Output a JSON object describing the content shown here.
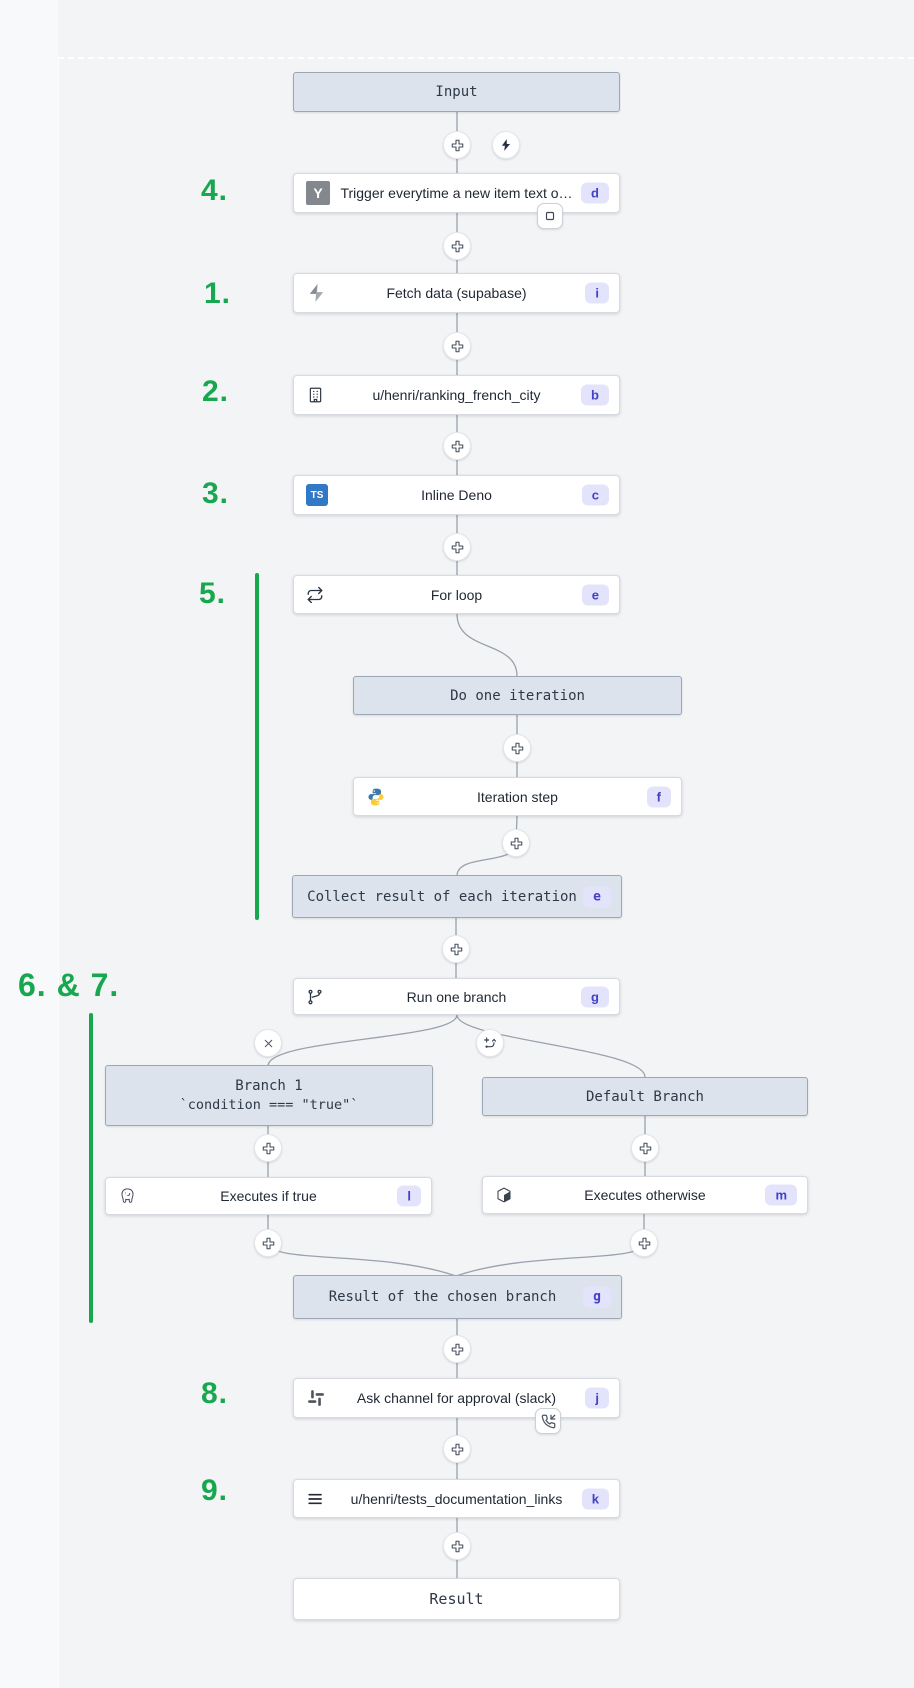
{
  "colors": {
    "annotation_green": "#17a74e",
    "badge_bg": "#e3e4fb",
    "badge_text": "#4340c4",
    "header_box_bg": "#dce3ec",
    "typescript_blue": "#3178c6"
  },
  "annotations": {
    "label_4": "4.",
    "label_1": "1.",
    "label_2": "2.",
    "label_3": "3.",
    "label_5": "5.",
    "label_6_7": "6. & 7.",
    "label_8": "8.",
    "label_9": "9."
  },
  "nodes": {
    "input": {
      "label": "Input"
    },
    "trigger": {
      "label": "Trigger everytime a new item text o…",
      "badge": "d",
      "icon": "hackernews"
    },
    "fetch_data": {
      "label": "Fetch data (supabase)",
      "badge": "i",
      "icon": "supabase-bolt"
    },
    "ranking": {
      "label": "u/henri/ranking_french_city",
      "badge": "b",
      "icon": "building"
    },
    "inline_deno": {
      "label": "Inline Deno",
      "badge": "c",
      "icon": "typescript"
    },
    "for_loop": {
      "label": "For loop",
      "badge": "e",
      "icon": "repeat"
    },
    "do_one_iteration": {
      "label": "Do one iteration"
    },
    "iteration_step": {
      "label": "Iteration step",
      "badge": "f",
      "icon": "python"
    },
    "collect_result": {
      "label": "Collect result of each iteration",
      "badge": "e"
    },
    "run_one_branch": {
      "label": "Run one branch",
      "badge": "g",
      "icon": "git-branch"
    },
    "branch_1": {
      "title": "Branch 1",
      "condition": "`condition === \"true\"`"
    },
    "executes_if_true": {
      "label": "Executes if true",
      "badge": "l",
      "icon": "postgresql"
    },
    "default_branch": {
      "label": "Default Branch"
    },
    "executes_otherwise": {
      "label": "Executes otherwise",
      "badge": "m",
      "icon": "cube"
    },
    "branch_result": {
      "label": "Result of the chosen branch",
      "badge": "g"
    },
    "slack_approval": {
      "label": "Ask channel for approval (slack)",
      "badge": "j",
      "icon": "slack"
    },
    "docs_links": {
      "label": "u/henri/tests_documentation_links",
      "badge": "k",
      "icon": "menu-lines"
    },
    "result": {
      "label": "Result"
    }
  },
  "icons": {
    "hn_letter": "Y",
    "ts_label": "TS"
  }
}
